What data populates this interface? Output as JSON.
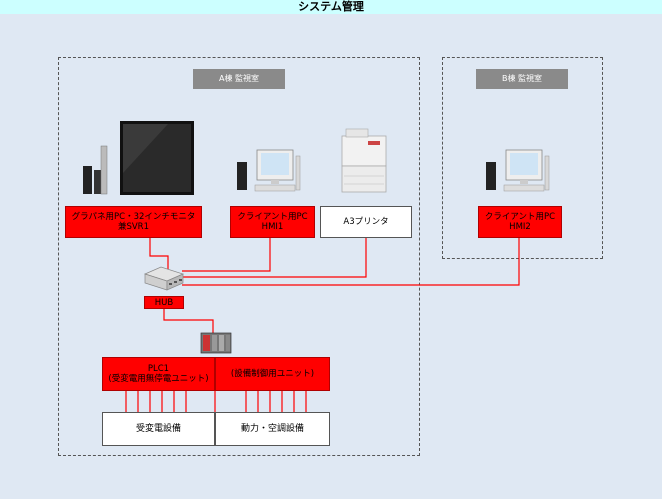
{
  "title": "システム管理",
  "zone_a": {
    "label": "A棟 監視室"
  },
  "zone_b": {
    "label": "B棟 監視室"
  },
  "nodes": {
    "graphic_pc": "グラパネ用PC・32インチモニタ\n兼SVR1",
    "client_hmi1": "クライアント用PC\nHMI1",
    "printer": "A3プリンタ",
    "client_hmi2": "クライアント用PC\nHMI2",
    "hub": "HUB",
    "plc": "PLC1\n(受変電用無停電ユニット)",
    "plc_unit2": "(設備制御用ユニット)",
    "substation": "受変電設備",
    "power_hvac": "動力・空調設備"
  },
  "colors": {
    "link": "#ff0000",
    "node_fill": "#ff0000",
    "zone_label_bg": "#8a8a8a",
    "title_bg": "#ccffff"
  }
}
